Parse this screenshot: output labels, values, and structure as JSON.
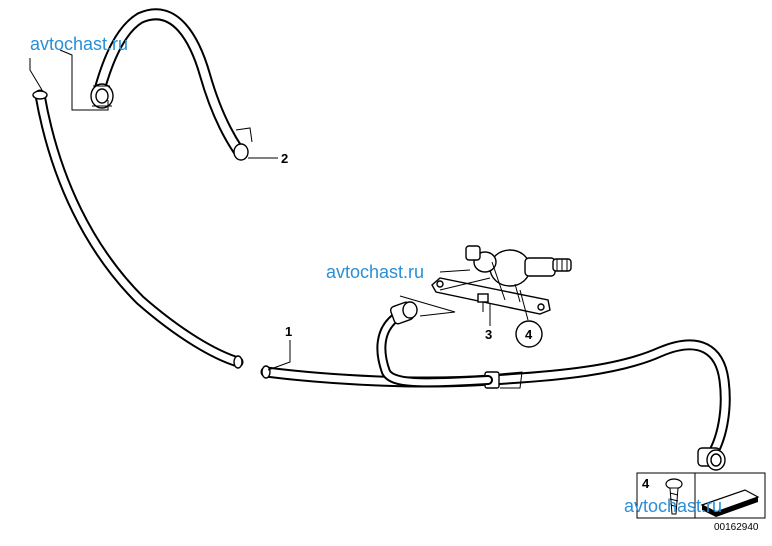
{
  "watermark": "avtochast.ru",
  "callouts": {
    "c1": "1",
    "c2": "2",
    "c3": "3",
    "c4": "4"
  },
  "legend": {
    "item_no": "4"
  },
  "document_number": "00162940"
}
